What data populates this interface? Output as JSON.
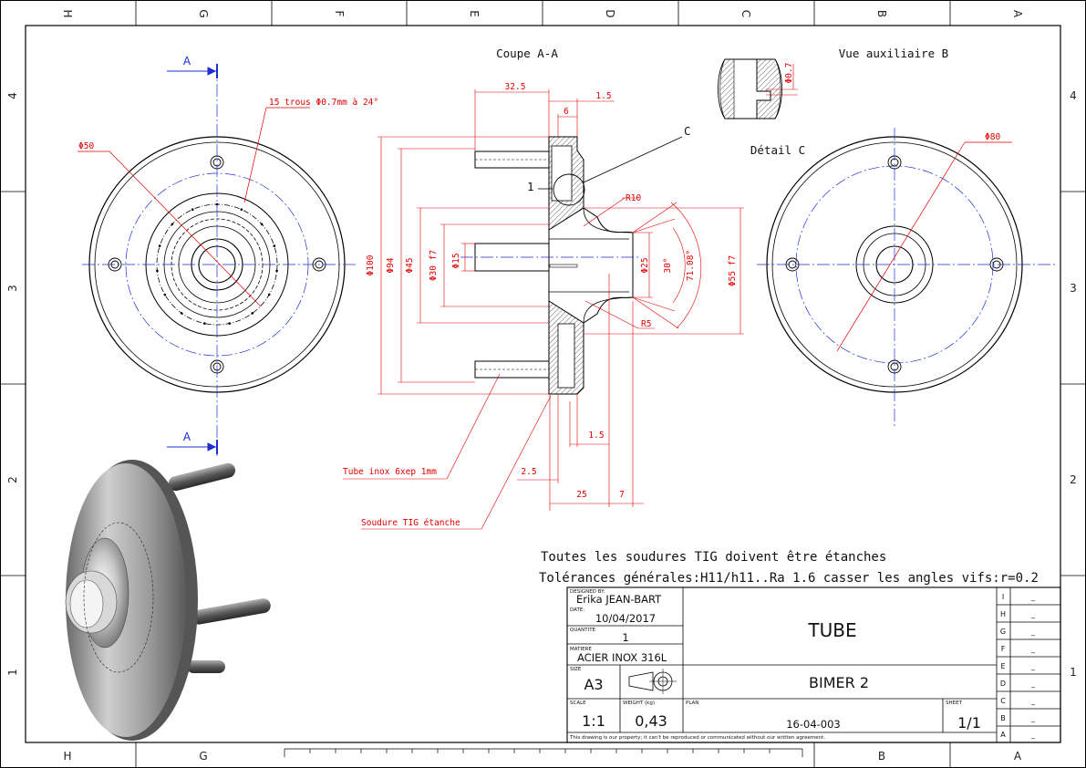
{
  "zones": {
    "columns": [
      "H",
      "G",
      "F",
      "E",
      "D",
      "C",
      "B",
      "A"
    ],
    "rows": [
      "4",
      "3",
      "2",
      "1"
    ]
  },
  "views": {
    "section_title": "Coupe A-A",
    "aux_title": "Vue auxiliaire B",
    "detail_title": "Détail C",
    "cut_letter_top": "A",
    "cut_letter_bottom": "A",
    "detail_marker": "C",
    "detail_ref": "1"
  },
  "dimensions": {
    "left_view": {
      "holes": "15 trous Φ0.7mm à 24°",
      "dia50": "Φ50"
    },
    "section": {
      "d32_5": "32.5",
      "d1_5_top": "1.5",
      "d6": "6",
      "r10": "R10",
      "r5": "R5",
      "d100": "Φ100",
      "d94": "Φ94",
      "d45": "Φ45",
      "d30f7": "Φ30 f7",
      "d15": "Φ15",
      "d25": "Φ25",
      "a30": "30°",
      "a71": "71.08°",
      "d55f7": "Φ55 f7",
      "d1_5_bot": "1.5",
      "d2_5": "2.5",
      "d25_bot": "25",
      "d7": "7",
      "tube_note": "Tube inox 6xep 1mm",
      "weld_note": "Soudure TIG étanche"
    },
    "aux": {
      "d0_7": "Φ0.7",
      "d80": "Φ80"
    }
  },
  "notes": {
    "line1": "Toutes les soudures TIG doivent être étanches",
    "line2": "Tolérances générales:H11/h11..Ra 1.6 casser les angles vifs:r=0.2"
  },
  "title_block": {
    "designed_by_label": "DESIGNED BY:",
    "designer": "Erika JEAN-BART",
    "date_label": "DATE:",
    "date": "10/04/2017",
    "quantity_label": "QUANTITE",
    "quantity": "1",
    "material_label": "MATIERE",
    "material": "ACIER INOX 316L",
    "title": "TUBE",
    "size_label": "SIZE",
    "size": "A3",
    "project": "BIMER 2",
    "scale_label": "SCALE",
    "scale": "1:1",
    "weight_label": "WEIGHT (kg)",
    "weight": "0,43",
    "plan_label": "PLAN",
    "plan": "16-04-003",
    "sheet_label": "SHEET",
    "sheet": "1/1",
    "disclaimer": "This drawing is our property; it can't be reproduced or communicated without our written agreement.",
    "revisions": [
      {
        "letter": "I",
        "value": "_"
      },
      {
        "letter": "H",
        "value": "_"
      },
      {
        "letter": "G",
        "value": "_"
      },
      {
        "letter": "F",
        "value": "_"
      },
      {
        "letter": "E",
        "value": "_"
      },
      {
        "letter": "D",
        "value": "_"
      },
      {
        "letter": "C",
        "value": "_"
      },
      {
        "letter": "B",
        "value": "_"
      },
      {
        "letter": "A",
        "value": "_"
      }
    ]
  },
  "colors": {
    "dimension": "#e00000",
    "centerline": "#1d2fd0",
    "outline": "#000000"
  }
}
